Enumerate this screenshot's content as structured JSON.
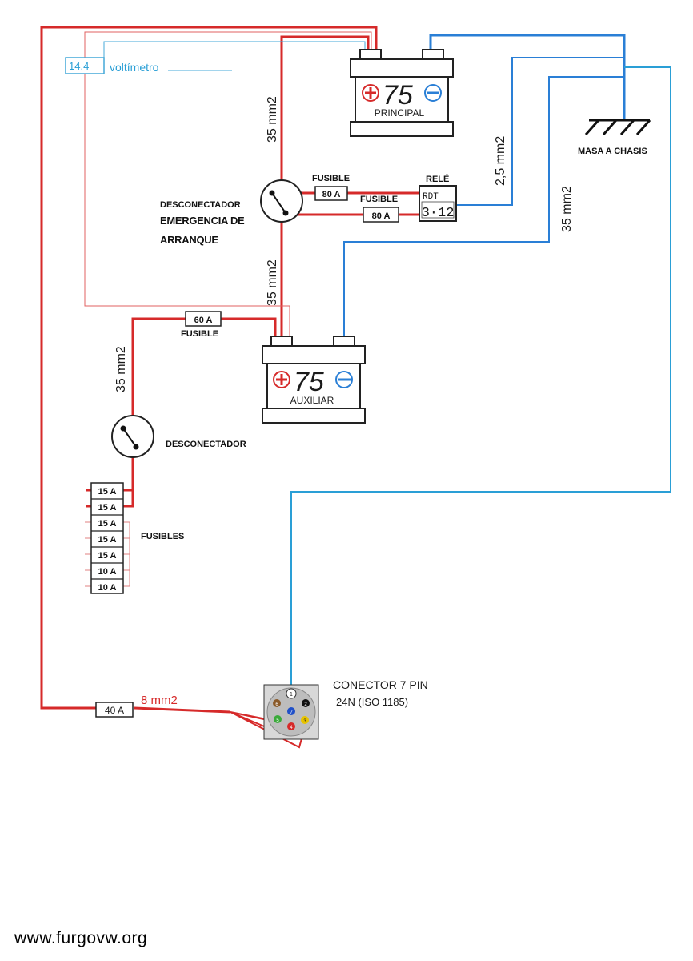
{
  "voltmeter": {
    "reading": "14.4",
    "label": "voltímetro"
  },
  "batteries": {
    "main": {
      "capacity": "75",
      "name": "PRINCIPAL"
    },
    "aux": {
      "capacity": "75",
      "name": "AUXILIAR"
    }
  },
  "ground": {
    "label": "MASA A CHASIS"
  },
  "cables": {
    "main_top": "35 mm2",
    "main_mid": "35 mm2",
    "aux_out": "35 mm2",
    "ground_small": "2,5 mm2",
    "ground_aux": "35 mm2",
    "trailer": "8 mm2"
  },
  "switches": {
    "emergency": {
      "line1": "DESCONECTADOR",
      "line2": "EMERGENCIA DE",
      "line3": "ARRANQUE"
    },
    "aux": {
      "label": "DESCONECTADOR"
    }
  },
  "fuses": {
    "relay_fuse_1": {
      "label": "FUSIBLE",
      "rating": "80 A"
    },
    "relay_fuse_2": {
      "label": "FUSIBLE",
      "rating": "80 A"
    },
    "aux_fuse": {
      "label": "FUSIBLE",
      "rating": "60 A"
    },
    "trailer_fuse": {
      "rating": "40 A"
    },
    "panel_label": "FUSIBLES",
    "panel": [
      "15 A",
      "15 A",
      "15 A",
      "15 A",
      "15 A",
      "10 A",
      "10 A"
    ]
  },
  "relay": {
    "title": "RELÉ",
    "model_top": "RDT",
    "model_bottom": "3·12"
  },
  "connector": {
    "title": "CONECTOR 7 PIN",
    "subtitle": "24N (ISO 1185)",
    "pins": [
      "1",
      "2",
      "3",
      "4",
      "5",
      "6",
      "7"
    ]
  },
  "watermark": "www.furgovw.org",
  "colors": {
    "positive": "#d62a2a",
    "negative": "#2a7fd6",
    "sense": "#2aa8d6"
  }
}
